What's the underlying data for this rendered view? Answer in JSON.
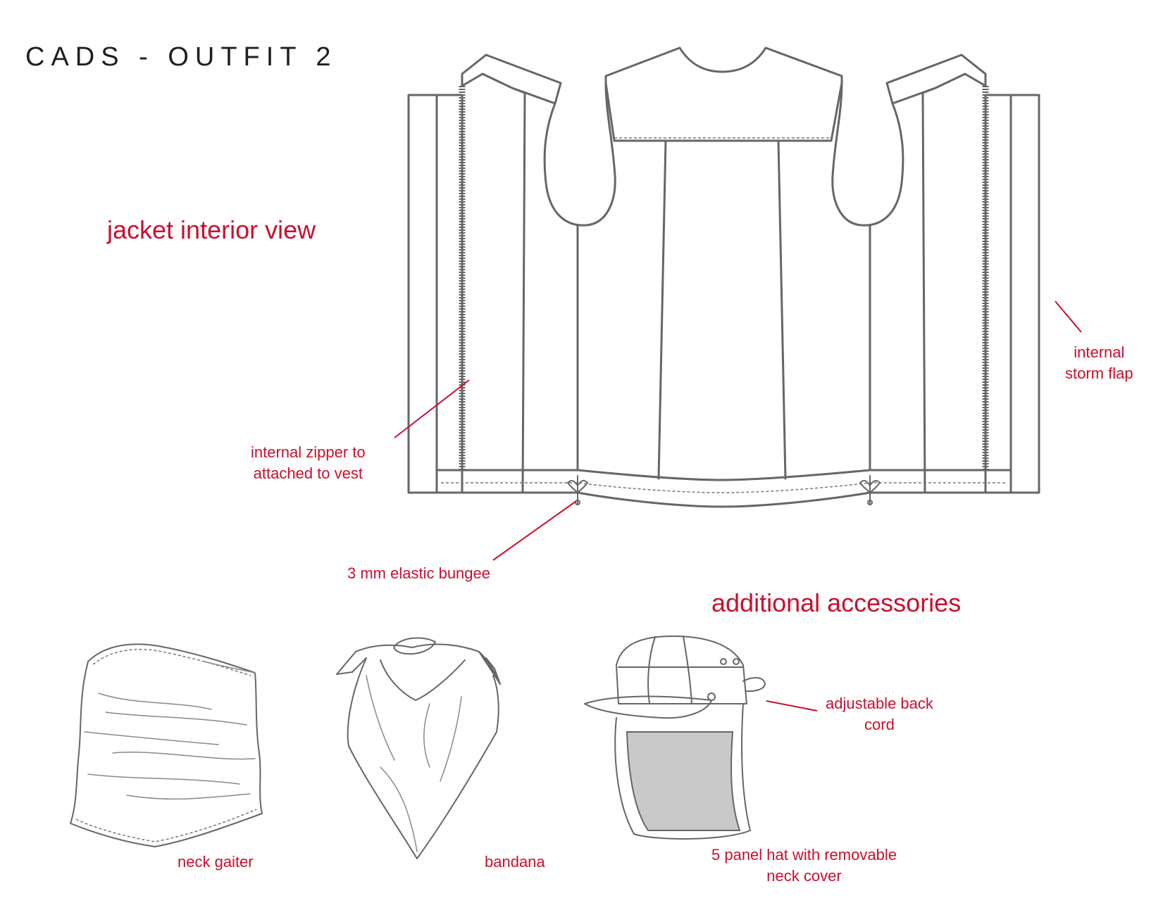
{
  "title": "CADS - OUTFIT 2",
  "sections": {
    "jacket_heading": "jacket interior view",
    "accessories_heading": "additional accessories"
  },
  "callouts": {
    "zipper": [
      "internal zipper to",
      "attached to vest"
    ],
    "storm_flap": [
      "internal",
      "storm flap"
    ],
    "bungee": "3 mm elastic bungee",
    "back_cord": [
      "adjustable back",
      "cord"
    ]
  },
  "accessories": {
    "neck_gaiter": "neck gaiter",
    "bandana": "bandana",
    "hat": [
      "5 panel hat with removable",
      "neck cover"
    ]
  },
  "colors": {
    "annotation": "#c8102e",
    "line_art": "#666666",
    "neck_cover_fill": "#c9c9c9"
  }
}
